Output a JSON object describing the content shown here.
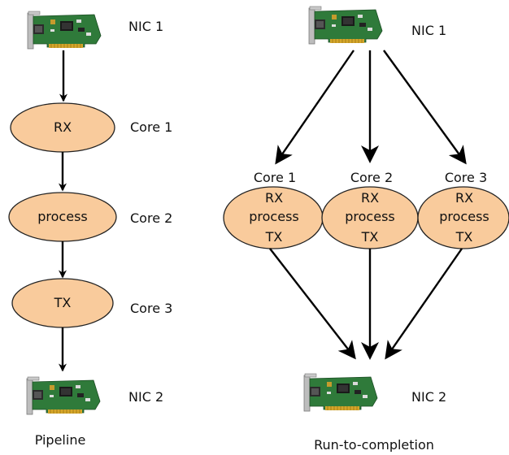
{
  "colors": {
    "node_fill": "#f9cb9c",
    "node_stroke": "#222222",
    "edge": "#000000",
    "nic_board": "#2f7a3a"
  },
  "icons": {
    "nic": "network-interface-card-icon"
  },
  "pipeline": {
    "nic_in_label": "NIC 1",
    "stages": [
      {
        "label": "RX",
        "core": "Core 1"
      },
      {
        "label": "process",
        "core": "Core 2"
      },
      {
        "label": "TX",
        "core": "Core 3"
      }
    ],
    "nic_out_label": "NIC 2",
    "caption": "Pipeline"
  },
  "run_to_completion": {
    "nic_in_label": "NIC 1",
    "cores": [
      {
        "core": "Core 1",
        "lines": [
          "RX",
          "process",
          "TX"
        ]
      },
      {
        "core": "Core 2",
        "lines": [
          "RX",
          "process",
          "TX"
        ]
      },
      {
        "core": "Core 3",
        "lines": [
          "RX",
          "process",
          "TX"
        ]
      }
    ],
    "nic_out_label": "NIC 2",
    "caption": "Run-to-completion"
  }
}
